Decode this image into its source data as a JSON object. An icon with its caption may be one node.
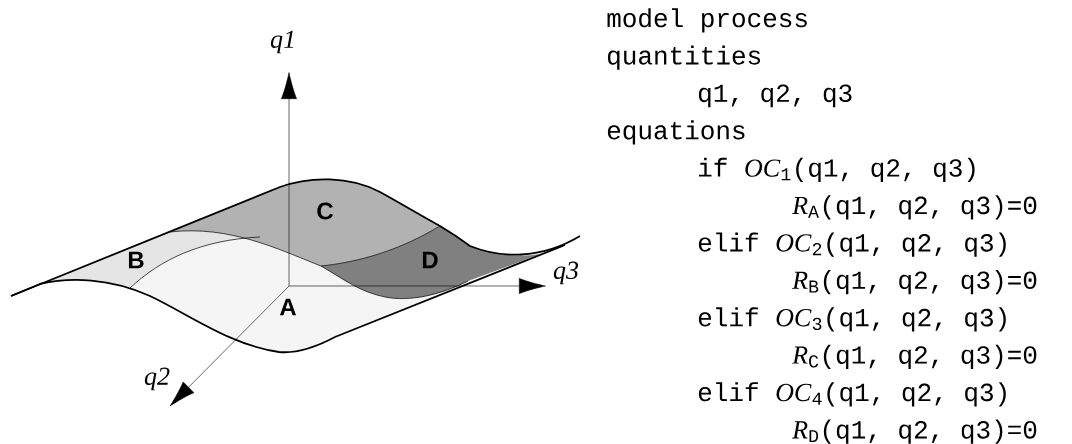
{
  "diagram": {
    "labels": [
      "q1",
      "C",
      "B",
      "D",
      "q3",
      "A",
      "q2",
      "model process",
      "quantities",
      "q1, q2, q3",
      "equations",
      "if *OC*$_{1}$(q1, q2, q3)",
      "*R*$_{A}$(q1, q2, q3)=0",
      "elif *OC*$_{2}$(q1, q2, q3)",
      "*R*$_{B}$(q1, q2, q3)=0",
      "elif *OC*$_{3}$(q1, q2, q3)",
      "*R*$_{C}$(q1, q2, q3)=0",
      "elif *OC*$_{4}$(q1, q2, q3)",
      "*R*$_{D}$(q1, q2, q3)=0"
    ]
  }
}
